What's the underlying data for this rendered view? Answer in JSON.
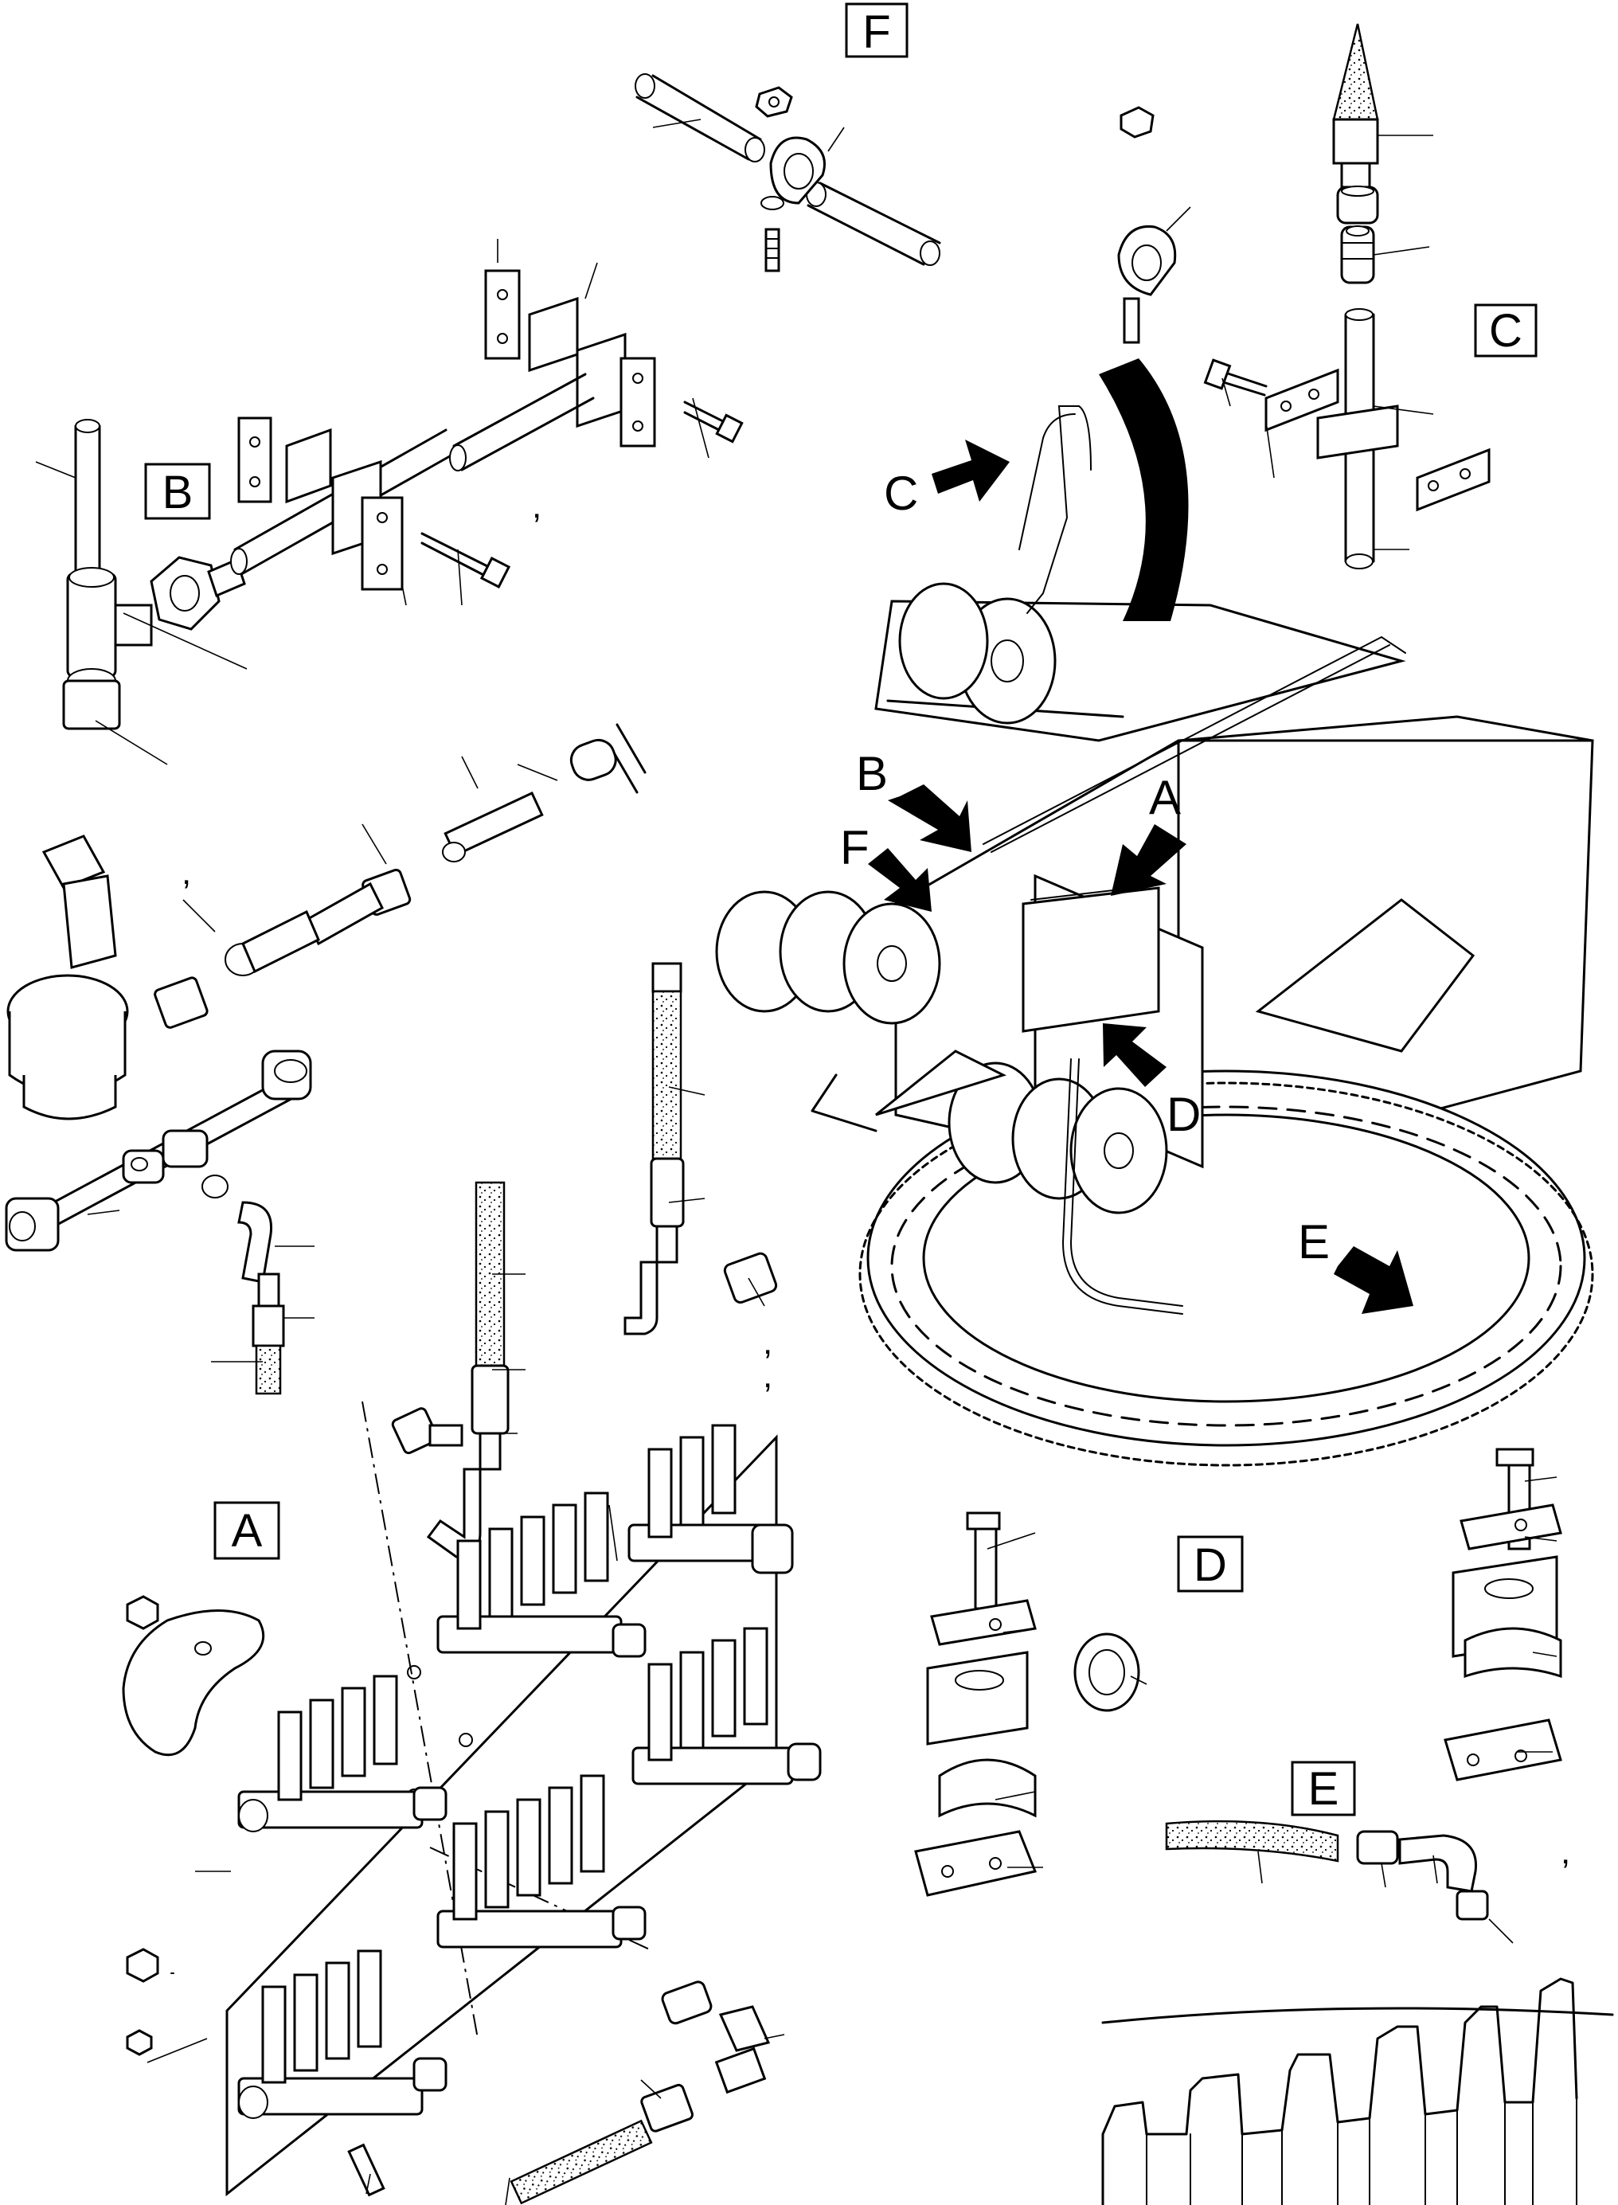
{
  "callouts": {
    "F": "F",
    "B": "B",
    "C": "C",
    "A": "A",
    "D": "D",
    "E": "E"
  },
  "pointer_labels": {
    "C": "C",
    "B": "B",
    "F": "F",
    "A": "A",
    "D": "D",
    "E": "E"
  },
  "separators": {
    "comma": ","
  }
}
